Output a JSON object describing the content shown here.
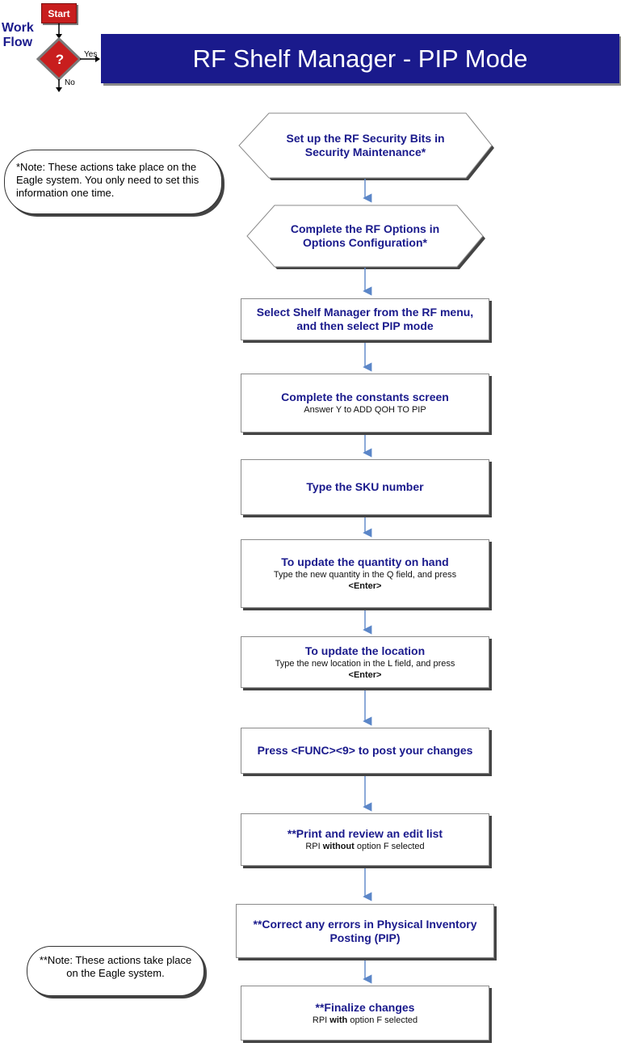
{
  "header": {
    "logo": {
      "start": "Start",
      "work": "Work",
      "flow": "Flow",
      "question": "?",
      "yes": "Yes",
      "no": "No"
    },
    "title": "RF Shelf Manager - PIP Mode"
  },
  "notes": {
    "top": "*Note: These actions take place on the Eagle system. You only need to set this information one time.",
    "bottom": "**Note: These actions take place on the Eagle system."
  },
  "steps": {
    "s1": {
      "line1": "Set up the RF Security Bits in",
      "line2": "Security Maintenance*"
    },
    "s2": {
      "line1": "Complete the RF Options in",
      "line2": "Options Configuration*"
    },
    "s3": {
      "line1": "Select Shelf Manager from the RF menu,",
      "line2": "and then select PIP mode"
    },
    "s4": {
      "title": "Complete the constants screen",
      "sub": "Answer Y to ADD QOH TO PIP"
    },
    "s5": {
      "title": "Type the SKU number"
    },
    "s6": {
      "title": "To update the quantity on hand",
      "sub": "Type the new quantity in the Q field, and press",
      "key": "<Enter>"
    },
    "s7": {
      "title": "To update the location",
      "sub": "Type the new location in the L field, and press",
      "key": "<Enter>"
    },
    "s8": {
      "title": "Press <FUNC><9> to post your changes"
    },
    "s9": {
      "title": "**Print and review an edit list",
      "sub_pre": "RPI ",
      "sub_bold": "without",
      "sub_post": " option F selected"
    },
    "s10": {
      "line1": "**Correct any errors in Physical Inventory",
      "line2": "Posting (PIP)"
    },
    "s11": {
      "title": "**Finalize changes",
      "sub_pre": "RPI ",
      "sub_bold": "with",
      "sub_post": " option F selected"
    }
  },
  "colors": {
    "navy": "#1a1a8c",
    "start_red": "#c81e1e",
    "connector": "#5b86c8"
  }
}
